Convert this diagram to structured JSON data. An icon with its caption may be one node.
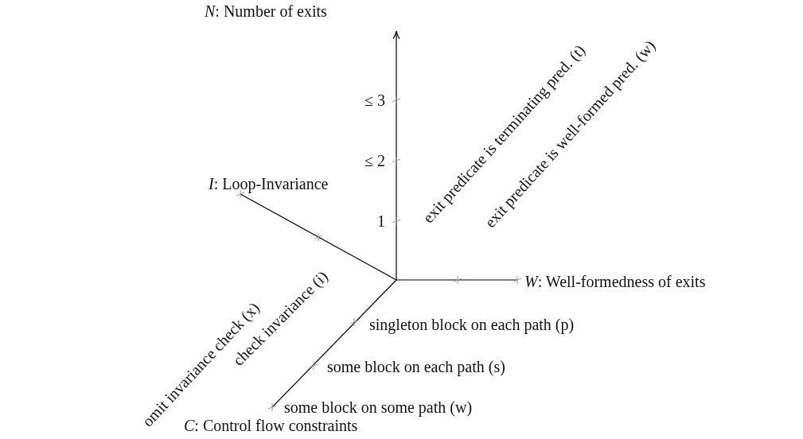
{
  "diagram": {
    "labels": [
      "*N*: Number of exits",
      "exit predicate is terminating pred. (t)",
      "exit predicate is well-formed pred. (w)",
      "≤ 3",
      "≤ 2",
      "*I*: Loop-Invariance",
      "omit invariance check (x)",
      "check invariance (i)",
      "1",
      "*W*: Well-formedness of exits",
      "singleton block on each path (p)",
      "some block on each path (s)",
      "some block on some path (w)",
      "*C*: Control flow constraints"
    ]
  }
}
